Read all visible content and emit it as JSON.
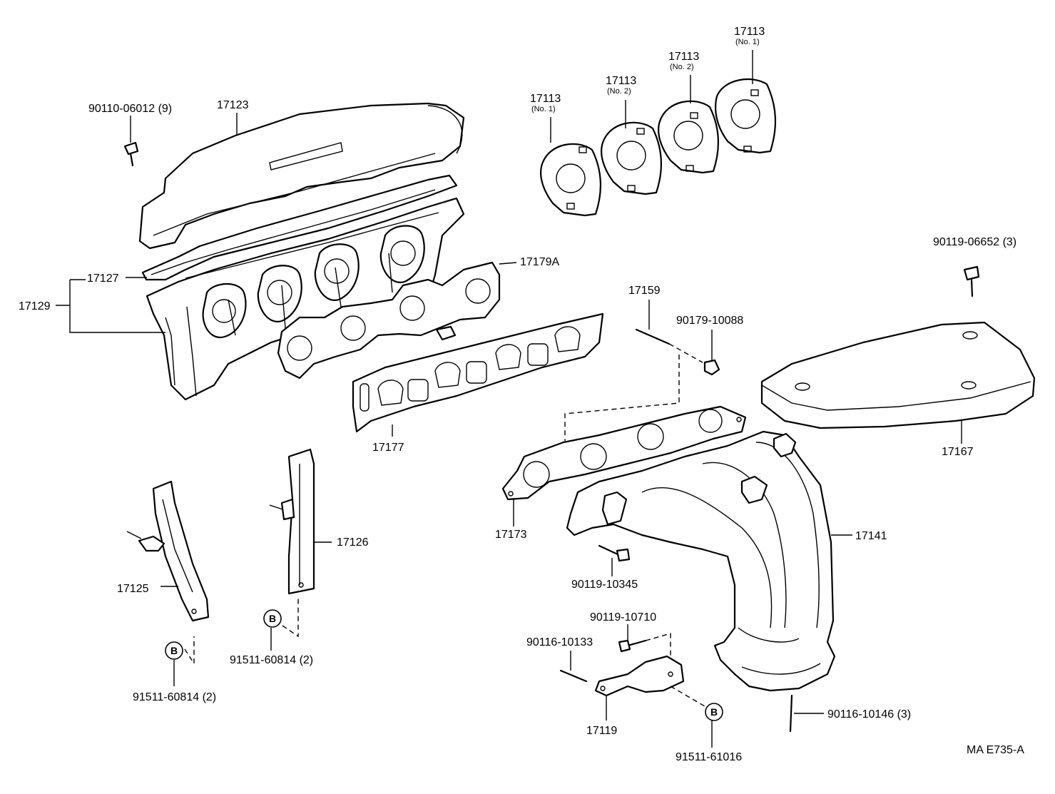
{
  "labels": {
    "p90110": "90110-06012 (9)",
    "p17123": "17123",
    "p17127": "17127",
    "p17129": "17129",
    "p17179A": "17179A",
    "p17177": "17177",
    "p17125": "17125",
    "p17126": "17126",
    "p91511a": "91511-60814 (2)",
    "p91511b": "91511-60814 (2)",
    "p17113a": "17113",
    "p17113b": "17113",
    "p17113c": "17113",
    "p17113d": "17113",
    "p90119_06652": "90119-06652 (3)",
    "p17159": "17159",
    "p90179": "90179-10088",
    "p17167": "17167",
    "p17173": "17173",
    "p17141": "17141",
    "p90119_10345": "90119-10345",
    "p90119_10710": "90119-10710",
    "p90116_10133": "90116-10133",
    "p17119": "17119",
    "p91511_61016": "91511-61016",
    "p90116_10146": "90116-10146 (3)",
    "code": "MA E735-A"
  },
  "sublabels": {
    "s_a": "(No. 1)",
    "s_b": "(No. 2)",
    "s_c": "(No. 2)",
    "s_d": "(No. 1)"
  },
  "badges": {
    "b1": "B",
    "b2": "B",
    "b3": "B"
  }
}
